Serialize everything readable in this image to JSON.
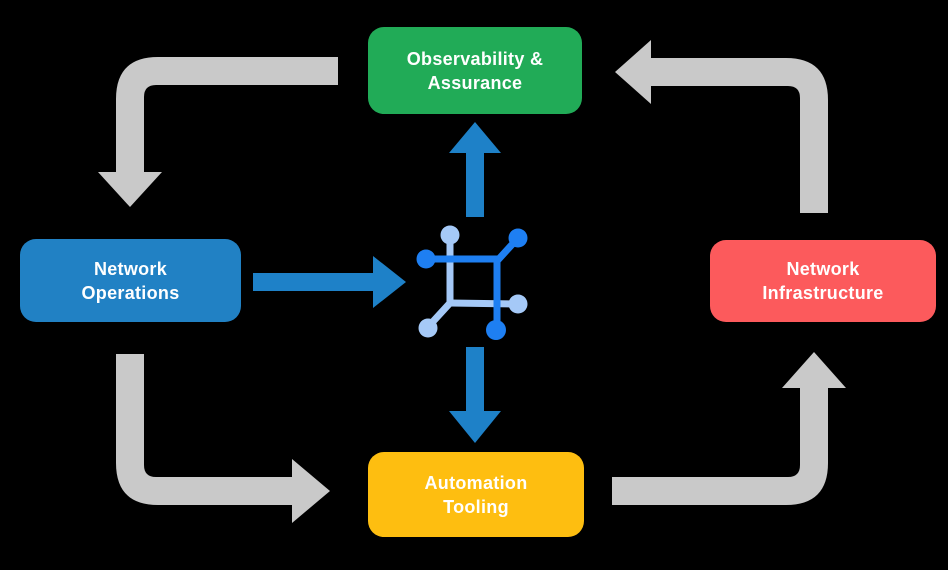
{
  "canvas": {
    "background": "#000000"
  },
  "colors": {
    "box_green": "#21AB57",
    "box_blue": "#2181C4",
    "box_red": "#FC5A5C",
    "box_yellow": "#FEBE10",
    "cycle_arrow_gray": "#C9C9C9",
    "flow_arrow_blue": "#1E81C8",
    "icon_dark_blue": "#1E7FF2",
    "icon_light_blue": "#A5C9F7",
    "label_text": "#FFFFFF"
  },
  "nodes": {
    "observability": {
      "line1": "Observability &",
      "line2": "Assurance",
      "color": "#21AB57"
    },
    "operations": {
      "line1": "Network",
      "line2": "Operations",
      "color": "#2181C4"
    },
    "infrastructure": {
      "line1": "Network",
      "line2": "Infrastructure",
      "color": "#FC5A5C"
    },
    "automation": {
      "line1": "Automation",
      "line2": "Tooling",
      "color": "#FEBE10"
    }
  },
  "center_icon": {
    "name": "network-hub-icon"
  },
  "flows": {
    "outer_cycle": [
      {
        "from": "Observability & Assurance",
        "to": "Network Operations"
      },
      {
        "from": "Network Operations",
        "to": "Automation Tooling"
      },
      {
        "from": "Automation Tooling",
        "to": "Network Infrastructure"
      },
      {
        "from": "Network Infrastructure",
        "to": "Observability & Assurance"
      }
    ],
    "hub_flows": [
      {
        "from": "Network Operations",
        "to": "network-hub-icon"
      },
      {
        "from": "network-hub-icon",
        "to": "Observability & Assurance"
      },
      {
        "from": "network-hub-icon",
        "to": "Automation Tooling"
      }
    ]
  }
}
